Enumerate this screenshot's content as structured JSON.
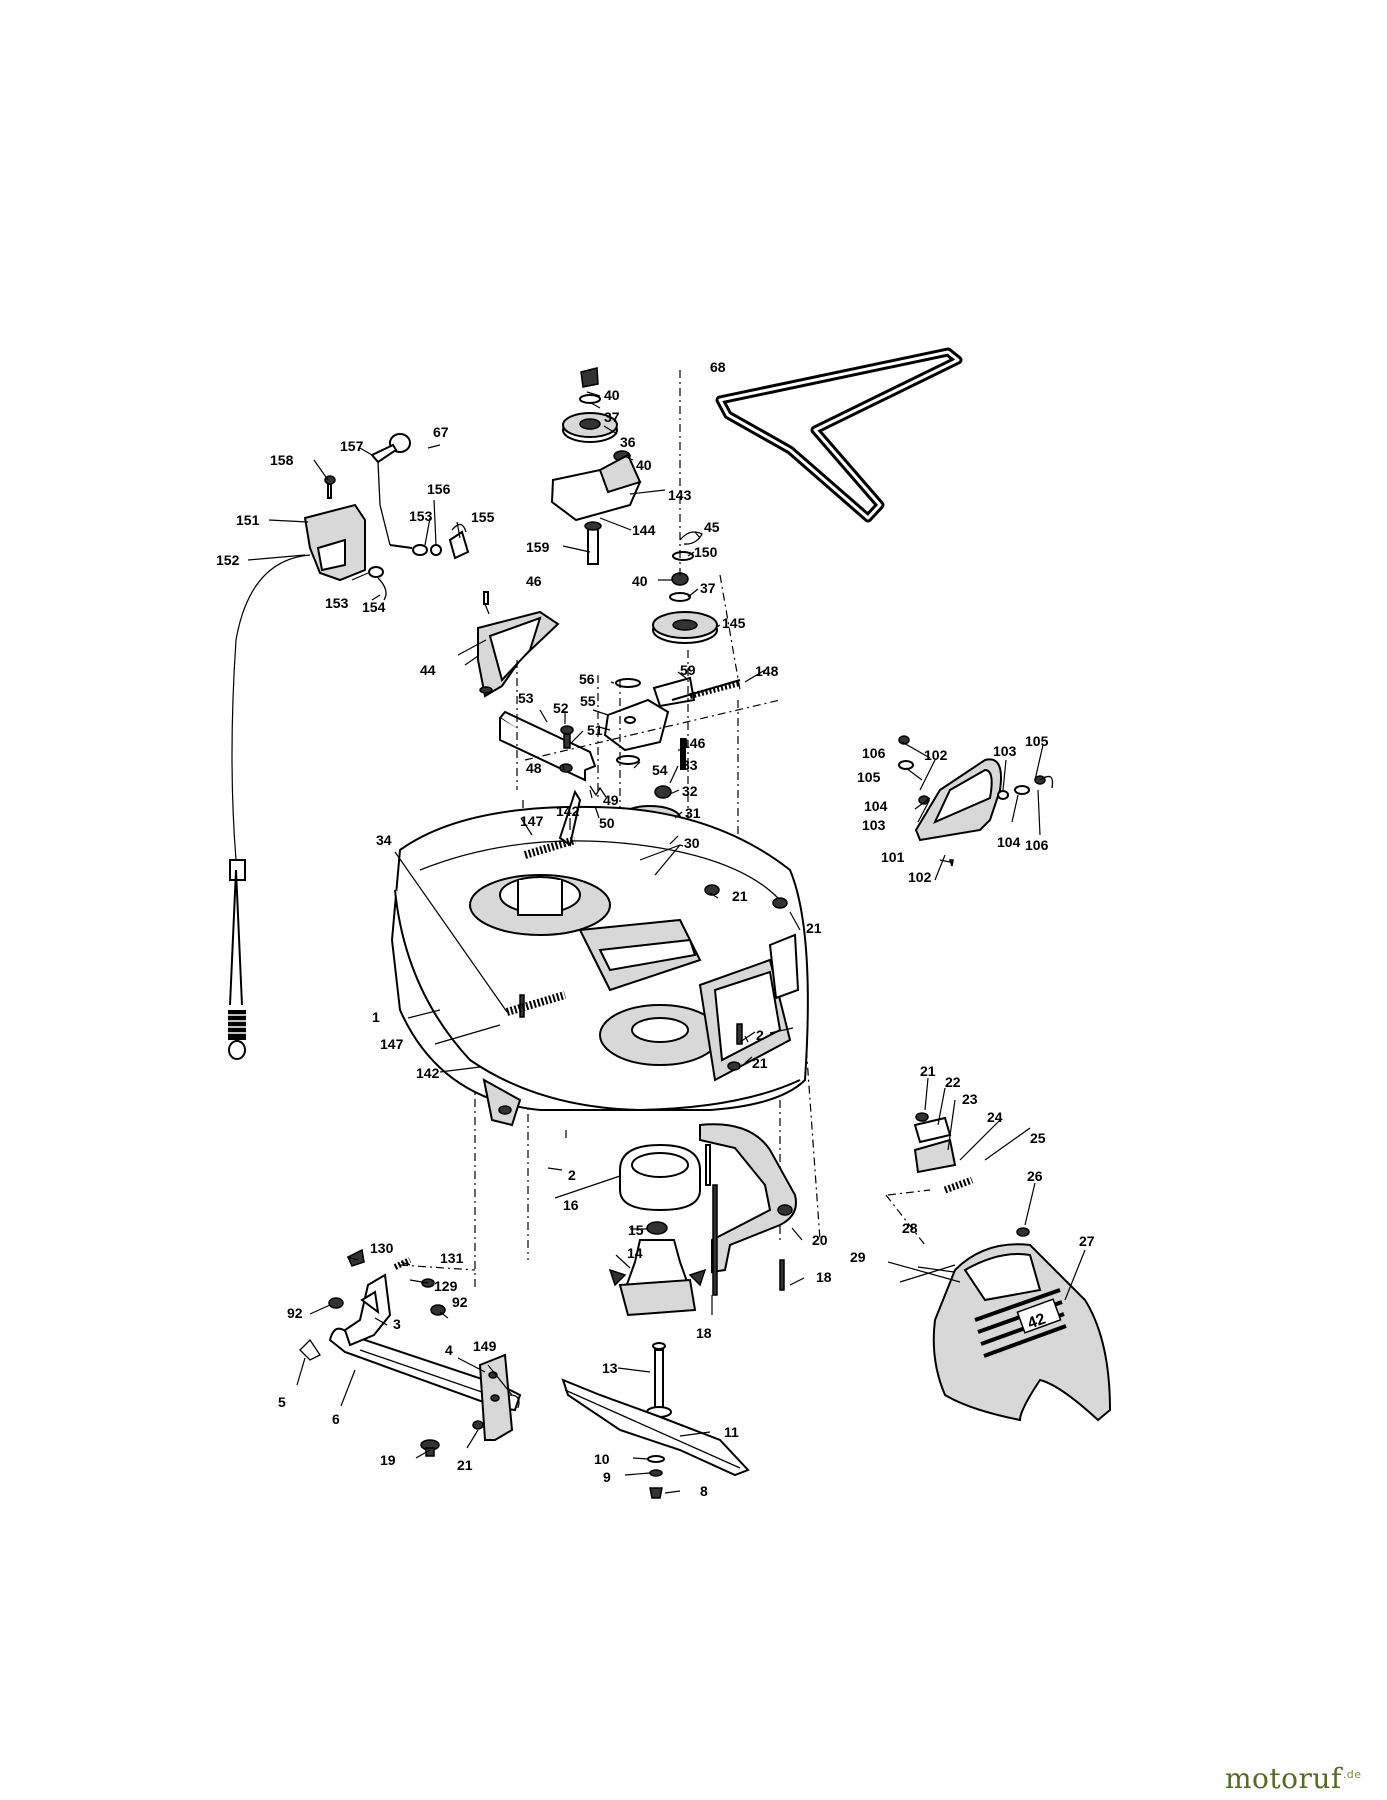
{
  "callouts": [
    "1",
    "2",
    "3",
    "4",
    "5",
    "6",
    "8",
    "9",
    "10",
    "11",
    "13",
    "14",
    "15",
    "16",
    "18",
    "19",
    "20",
    "21",
    "22",
    "23",
    "24",
    "25",
    "26",
    "27",
    "28",
    "29",
    "30",
    "31",
    "32",
    "33",
    "34",
    "36",
    "37",
    "40",
    "44",
    "45",
    "46",
    "48",
    "49",
    "50",
    "51",
    "52",
    "53",
    "54",
    "55",
    "56",
    "59",
    "67",
    "68",
    "92",
    "101",
    "102",
    "103",
    "104",
    "105",
    "106",
    "129",
    "130",
    "131",
    "142",
    "143",
    "144",
    "145",
    "146",
    "147",
    "148",
    "149",
    "150",
    "151",
    "152",
    "153",
    "154",
    "155",
    "156",
    "157",
    "158",
    "159"
  ],
  "deck_shield_text": "42",
  "watermark": {
    "name": "motoruf",
    "suffix": ".de",
    "color": "#556b1f"
  }
}
